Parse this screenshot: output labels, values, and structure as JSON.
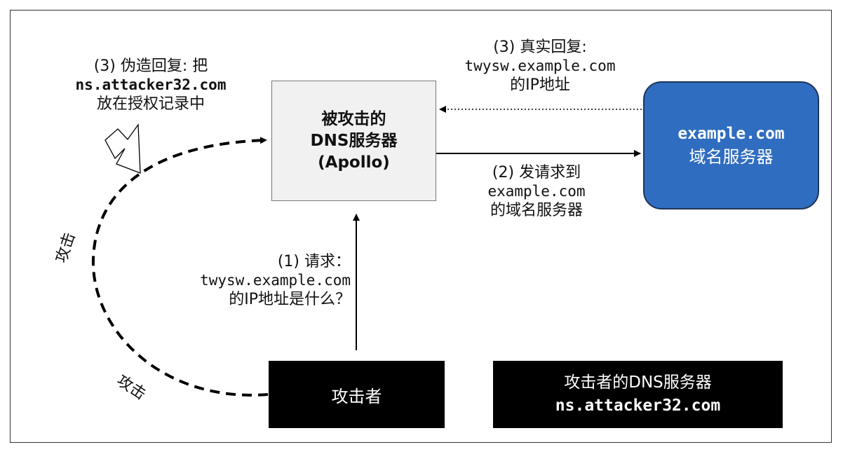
{
  "apollo_box": {
    "line1": "被攻击的",
    "line2": "DNS服务器",
    "line3": "(Apollo)"
  },
  "example_ns_box": {
    "line1": "example.com",
    "line2": "域名服务器"
  },
  "attacker_box": {
    "label": "攻击者"
  },
  "attacker_ns_box": {
    "line1": "攻击者的DNS服务器",
    "line2": "ns.attacker32.com"
  },
  "step1": {
    "line1": "(1) 请求：",
    "line2": "twysw.example.com",
    "line3": "的IP地址是什么？"
  },
  "step2": {
    "line1": "(2) 发请求到",
    "line2": "example.com",
    "line3": "的域名服务器"
  },
  "step3_real": {
    "line1": "(3) 真实回复:",
    "line2": "twysw.example.com",
    "line3": "的IP地址"
  },
  "step3_forged": {
    "line1": "(3) 伪造回复: 把",
    "line2": "ns.attacker32.com",
    "line3": "放在授权记录中"
  },
  "attack_labels": {
    "upper": "攻击",
    "lower": "攻击"
  },
  "colors": {
    "apollo_fill": "#f1f1f1",
    "example_ns_fill": "#2f6dc1",
    "attacker_fill": "#000000"
  }
}
